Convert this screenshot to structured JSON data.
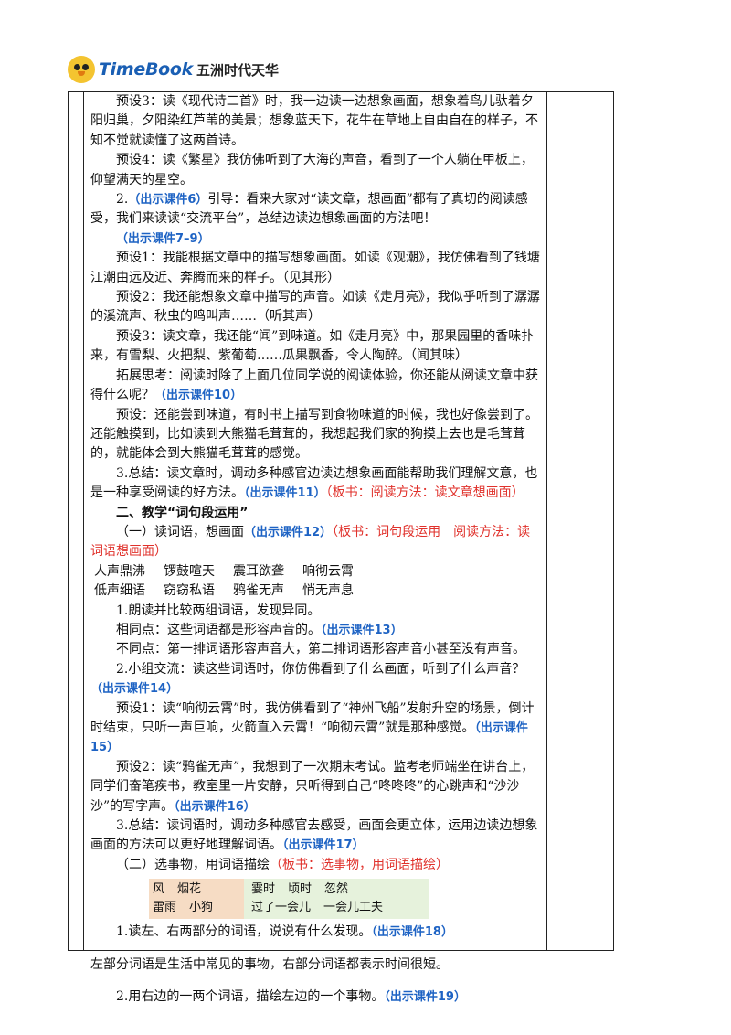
{
  "header": {
    "brand": "TimeBook",
    "brand_cn": "五洲时代天华"
  },
  "content": {
    "p1": "预设3：读《现代诗二首》时，我一边读一边想象画面，想象着鸟儿驮着夕阳归巢，夕阳染红芦苇的美景；想象蓝天下，花牛在草地上自由自在的样子，不知不觉就读懂了这两首诗。",
    "p2": "预设4：读《繁星》我仿佛听到了大海的声音，看到了一个人躺在甲板上，仰望满天的星空。",
    "p3_pre": "2.",
    "p3_hl": "（出示课件6）",
    "p3_post": "引导：看来大家对“读文章，想画面”都有了真切的阅读感受，我们来读读“交流平台”，总结边读边想象画面的方法吧！",
    "p4_hl": "（出示课件7–9）",
    "p5": "预设1：我能根据文章中的描写想象画面。如读《观潮》，我仿佛看到了钱塘江潮由远及近、奔腾而来的样子。（见其形）",
    "p6": "预设2：我还能想象文章中描写的声音。如读《走月亮》，我似乎听到了潺潺的溪流声、秋虫的鸣叫声……（听其声）",
    "p7": "预设3：读文章，我还能“闻”到味道。如《走月亮》中，那果园里的香味扑来，有雪梨、火把梨、紫葡萄……瓜果飘香，令人陶醉。（闻其味）",
    "p8_pre": "拓展思考：阅读时除了上面几位同学说的阅读体验，你还能从阅读文章中获得什么呢？",
    "p8_hl": "（出示课件10）",
    "p9": "预设：还能尝到味道，有时书上描写到食物味道的时候，我也好像尝到了。还能触摸到，比如读到大熊猫毛茸茸的，我想起我们家的狗摸上去也是毛茸茸的，就能体会到大熊猫毛茸茸的感觉。",
    "p10_pre": "3.总结：读文章时，调动多种感官边读边想象画面能帮助我们理解文意，也是一种享受阅读的好方法。",
    "p10_hl": "（出示课件11）",
    "p10_red": "（板书：阅读方法：读文章想画面）",
    "h2": "二、教学“词句段运用”",
    "p11_pre": "（一）读词语，想画面",
    "p11_hl": "（出示课件12）",
    "p11_red": "（板书：词句段运用　阅读方法：读词语想画面）",
    "words_row1": [
      "人声鼎沸",
      "锣鼓喧天",
      "震耳欲聋",
      "响彻云霄"
    ],
    "words_row2": [
      "低声细语",
      "窃窃私语",
      "鸦雀无声",
      "悄无声息"
    ],
    "p12": "1.朗读并比较两组词语，发现异同。",
    "p13_pre": "相同点：这些词语都是形容声音的。",
    "p13_hl": "（出示课件13）",
    "p14": "不同点：第一排词语形容声音大，第二排词语形容声音小甚至没有声音。",
    "p15_pre": "2.小组交流：读这些词语时，你仿佛看到了什么画面，听到了什么声音？",
    "p15_hl": "（出示课件14）",
    "p16_pre": "预设1：读“响彻云霄”时，我仿佛看到了“神州飞船”发射升空的场景，倒计时结束，只听一声巨响，火箭直入云霄！“响彻云霄”就是那种感觉。",
    "p16_hl": "（出示课件15）",
    "p17_pre": "预设2：读“鸦雀无声”，我想到了一次期末考试。监考老师端坐在讲台上，同学们奋笔疾书，教室里一片安静，只听得到自己“咚咚咚”的心跳声和“沙沙沙”的写字声。",
    "p17_hl": "（出示课件16）",
    "p18_pre": "3.总结：读词语时，调动多种感官去感受，画面会更立体，运用边读边想象画面的方法可以更好地理解词语。",
    "p18_hl": "（出示课件17）",
    "p19_pre": "（二）选事物，用词语描绘",
    "p19_red": "（板书：选事物，用词语描绘）",
    "wt_left_row1": [
      "风",
      "烟花"
    ],
    "wt_left_row2": [
      "雷雨",
      "小狗"
    ],
    "wt_right_row1": [
      "霎时",
      "顷时",
      "忽然"
    ],
    "wt_right_row2": [
      "过了一会儿",
      "一会儿工夫"
    ],
    "p20_pre": "1.读左、右两部分的词语，说说有什么发现。",
    "p20_hl": "（出示课件18）",
    "p21": "左部分词语是生活中常见的事物，右部分词语都表示时间很短。",
    "p22_pre": "2.用右边的一两个词语，描绘左边的一个事物。",
    "p22_hl": "（出示课件19）"
  }
}
